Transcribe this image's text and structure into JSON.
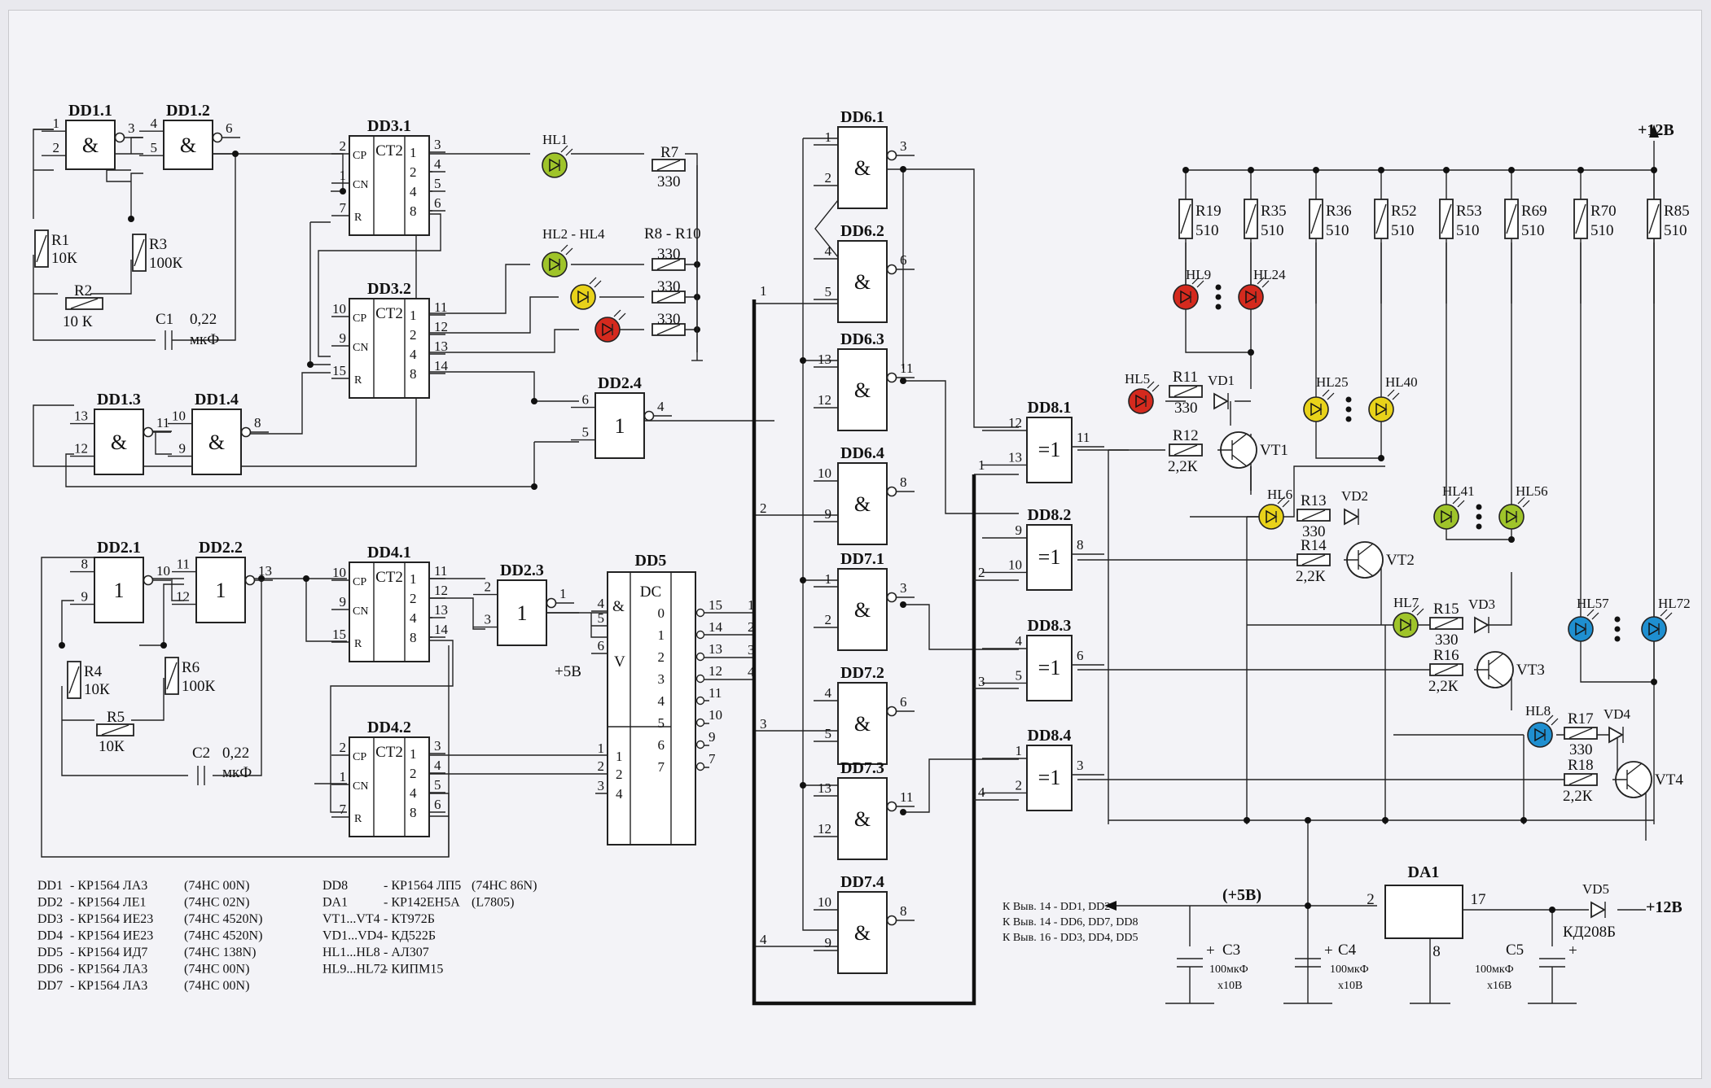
{
  "colors": {
    "red": "#d42a1e",
    "yellow": "#e8d21a",
    "green": "#9fc42a",
    "blue": "#1f8fd0"
  },
  "supply": {
    "plus12": "+12В",
    "plus5": "(+5В)",
    "plus5b": "+5В"
  },
  "gates": [
    {
      "ref": "DD1.1",
      "sym": "&",
      "pins": [
        "1",
        "2",
        "3"
      ]
    },
    {
      "ref": "DD1.2",
      "sym": "&",
      "pins": [
        "4",
        "5",
        "6"
      ]
    },
    {
      "ref": "DD1.3",
      "sym": "&",
      "pins": [
        "13",
        "12",
        "11"
      ]
    },
    {
      "ref": "DD1.4",
      "sym": "&",
      "pins": [
        "10",
        "9",
        "8"
      ]
    },
    {
      "ref": "DD2.1",
      "sym": "1",
      "pins": [
        "8",
        "9",
        "10"
      ]
    },
    {
      "ref": "DD2.2",
      "sym": "1",
      "pins": [
        "11",
        "12",
        "13"
      ]
    },
    {
      "ref": "DD2.3",
      "sym": "1",
      "pins": [
        "2",
        "3",
        "1"
      ]
    },
    {
      "ref": "DD2.4",
      "sym": "1",
      "pins": [
        "6",
        "5",
        "4"
      ]
    },
    {
      "ref": "DD6.1",
      "sym": "&",
      "pins": [
        "1",
        "2",
        "3"
      ]
    },
    {
      "ref": "DD6.2",
      "sym": "&",
      "pins": [
        "4",
        "5",
        "6"
      ]
    },
    {
      "ref": "DD6.3",
      "sym": "&",
      "pins": [
        "13",
        "12",
        "11"
      ]
    },
    {
      "ref": "DD6.4",
      "sym": "&",
      "pins": [
        "10",
        "9",
        "8"
      ]
    },
    {
      "ref": "DD7.1",
      "sym": "&",
      "pins": [
        "1",
        "2",
        "3"
      ]
    },
    {
      "ref": "DD7.2",
      "sym": "&",
      "pins": [
        "4",
        "5",
        "6"
      ]
    },
    {
      "ref": "DD7.3",
      "sym": "&",
      "pins": [
        "13",
        "12",
        "11"
      ]
    },
    {
      "ref": "DD7.4",
      "sym": "&",
      "pins": [
        "10",
        "9",
        "8"
      ]
    },
    {
      "ref": "DD8.1",
      "sym": "=1",
      "pins": [
        "12",
        "13",
        "11"
      ]
    },
    {
      "ref": "DD8.2",
      "sym": "=1",
      "pins": [
        "9",
        "10",
        "8"
      ]
    },
    {
      "ref": "DD8.3",
      "sym": "=1",
      "pins": [
        "4",
        "5",
        "6"
      ]
    },
    {
      "ref": "DD8.4",
      "sym": "=1",
      "pins": [
        "1",
        "2",
        "3"
      ]
    }
  ],
  "counters": [
    {
      "ref": "DD3.1",
      "type": "CT2",
      "in": [
        "2",
        "1",
        "7"
      ],
      "out": [
        "3",
        "4",
        "5",
        "6"
      ]
    },
    {
      "ref": "DD3.2",
      "type": "CT2",
      "in": [
        "10",
        "9",
        "15"
      ],
      "out": [
        "11",
        "12",
        "13",
        "14"
      ]
    },
    {
      "ref": "DD4.1",
      "type": "CT2",
      "in": [
        "10",
        "9",
        "15"
      ],
      "out": [
        "11",
        "12",
        "13",
        "14"
      ]
    },
    {
      "ref": "DD4.2",
      "type": "CT2",
      "in": [
        "2",
        "1",
        "7"
      ],
      "out": [
        "3",
        "4",
        "5",
        "6"
      ]
    }
  ],
  "counter_labels": {
    "cp": "CP",
    "cn": "CN",
    "r": "R",
    "w": [
      "1",
      "2",
      "4",
      "8"
    ]
  },
  "decoder": {
    "ref": "DD5",
    "type": "DC",
    "and": "&",
    "v": "V",
    "in_labels": [
      "1",
      "2",
      "4"
    ],
    "in_pins": [
      "1",
      "2",
      "3"
    ],
    "en_pins": [
      "4",
      "5",
      "6"
    ],
    "outs": [
      "0",
      "1",
      "2",
      "3",
      "4",
      "5",
      "6",
      "7"
    ],
    "out_pins": [
      "15",
      "14",
      "13",
      "12",
      "11",
      "10",
      "9",
      "7"
    ]
  },
  "bus_taps": [
    "1",
    "2",
    "3",
    "4"
  ],
  "resistors": [
    {
      "ref": "R1",
      "val": "10К"
    },
    {
      "ref": "R2",
      "val": "10 К"
    },
    {
      "ref": "R3",
      "val": "100К"
    },
    {
      "ref": "R4",
      "val": "10К"
    },
    {
      "ref": "R5",
      "val": "10К"
    },
    {
      "ref": "R6",
      "val": "100К"
    },
    {
      "ref": "R7",
      "val": "330"
    },
    {
      "ref": "R8 - R10",
      "val": "330"
    },
    {
      "ref": "R11",
      "val": "330"
    },
    {
      "ref": "R12",
      "val": "2,2К"
    },
    {
      "ref": "R13",
      "val": "330"
    },
    {
      "ref": "R14",
      "val": "2,2К"
    },
    {
      "ref": "R15",
      "val": "330"
    },
    {
      "ref": "R16",
      "val": "2,2К"
    },
    {
      "ref": "R17",
      "val": "330"
    },
    {
      "ref": "R18",
      "val": "2,2К"
    }
  ],
  "top_resistors": [
    {
      "ref": "R19",
      "val": "510"
    },
    {
      "ref": "R35",
      "val": "510"
    },
    {
      "ref": "R36",
      "val": "510"
    },
    {
      "ref": "R52",
      "val": "510"
    },
    {
      "ref": "R53",
      "val": "510"
    },
    {
      "ref": "R69",
      "val": "510"
    },
    {
      "ref": "R70",
      "val": "510"
    },
    {
      "ref": "R85",
      "val": "510"
    }
  ],
  "leds": [
    "HL1",
    "HL2 - HL4",
    "HL9",
    "HL24",
    "HL5",
    "HL25",
    "HL40",
    "HL6",
    "HL41",
    "HL56",
    "HL7",
    "HL57",
    "HL72",
    "HL8"
  ],
  "transistors": [
    "VT1",
    "VT2",
    "VT3",
    "VT4"
  ],
  "diodes": [
    "VD1",
    "VD2",
    "VD3",
    "VD4",
    "VD5",
    "КД208Б"
  ],
  "caps": [
    {
      "ref": "C1",
      "val": "0,22",
      "unit": "мкФ"
    },
    {
      "ref": "C2",
      "val": "0,22",
      "unit": "мкФ"
    },
    {
      "ref": "C3",
      "val": "100мкФ",
      "volt": "х10В"
    },
    {
      "ref": "C4",
      "val": "100мкФ",
      "volt": "х10В"
    },
    {
      "ref": "C5",
      "val": "100мкФ",
      "volt": "х16В"
    }
  ],
  "regulator": {
    "ref": "DA1",
    "pins": [
      "2",
      "17",
      "8"
    ]
  },
  "pwr_notes": [
    "К Выв. 14 - DD1, DD2",
    "К Выв. 14 - DD6, DD7, DD8",
    "К Выв. 16 - DD3, DD4, DD5"
  ],
  "legend_left": [
    {
      "ref": "DD1",
      "part": "КР1564 ЛА3",
      "alt": "(74НС 00N)"
    },
    {
      "ref": "DD2",
      "part": "КР1564 ЛЕ1",
      "alt": "(74НС 02N)"
    },
    {
      "ref": "DD3",
      "part": "КР1564 ИЕ23",
      "alt": "(74НС 4520N)"
    },
    {
      "ref": "DD4",
      "part": "КР1564 ИЕ23",
      "alt": "(74НС 4520N)"
    },
    {
      "ref": "DD5",
      "part": "КР1564 ИД7",
      "alt": "(74НС 138N)"
    },
    {
      "ref": "DD6",
      "part": "КР1564 ЛА3",
      "alt": "(74НС 00N)"
    },
    {
      "ref": "DD7",
      "part": "КР1564 ЛА3",
      "alt": "(74НС 00N)"
    }
  ],
  "legend_right": [
    {
      "ref": "DD8",
      "part": "КР1564 ЛП5",
      "alt": "(74НС 86N)"
    },
    {
      "ref": "DA1",
      "part": "КР142ЕН5А",
      "alt": "(L7805)"
    },
    {
      "ref": "VT1...VT4",
      "part": "КТ972Б",
      "alt": ""
    },
    {
      "ref": "VD1...VD4",
      "part": "КД522Б",
      "alt": ""
    },
    {
      "ref": "HL1...HL8",
      "part": "АЛ307",
      "alt": ""
    },
    {
      "ref": "HL9...HL72",
      "part": "КИПМ15",
      "alt": ""
    }
  ]
}
